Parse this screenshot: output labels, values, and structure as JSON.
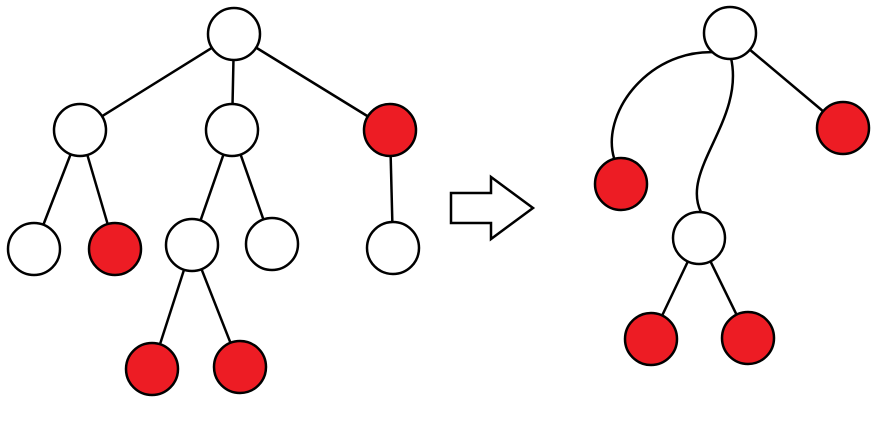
{
  "colors": {
    "background": "#ffffff",
    "stroke": "#000000",
    "plain_node_fill": "#ffffff",
    "marked_node_fill": "#ed1c24"
  },
  "left_tree": {
    "nodes": [
      {
        "id": "root",
        "marked": false
      },
      {
        "id": "a",
        "marked": false
      },
      {
        "id": "b",
        "marked": false
      },
      {
        "id": "c",
        "marked": true
      },
      {
        "id": "a1",
        "marked": false
      },
      {
        "id": "a2",
        "marked": true
      },
      {
        "id": "b1",
        "marked": false
      },
      {
        "id": "b2",
        "marked": false
      },
      {
        "id": "c1",
        "marked": false
      },
      {
        "id": "b1a",
        "marked": true
      },
      {
        "id": "b1b",
        "marked": true
      }
    ],
    "edges": [
      [
        "root",
        "a"
      ],
      [
        "root",
        "b"
      ],
      [
        "root",
        "c"
      ],
      [
        "a",
        "a1"
      ],
      [
        "a",
        "a2"
      ],
      [
        "b",
        "b1"
      ],
      [
        "b",
        "b2"
      ],
      [
        "c",
        "c1"
      ],
      [
        "b1",
        "b1a"
      ],
      [
        "b1",
        "b1b"
      ]
    ]
  },
  "transform_arrow": {
    "direction": "right",
    "icon": "block-arrow-right"
  },
  "right_tree": {
    "nodes": [
      {
        "id": "root",
        "marked": false
      },
      {
        "id": "l",
        "marked": true
      },
      {
        "id": "r",
        "marked": true
      },
      {
        "id": "m",
        "marked": false
      },
      {
        "id": "m1",
        "marked": true
      },
      {
        "id": "m2",
        "marked": true
      }
    ],
    "edges": [
      [
        "root",
        "l"
      ],
      [
        "root",
        "r"
      ],
      [
        "root",
        "m"
      ],
      [
        "m",
        "m1"
      ],
      [
        "m",
        "m2"
      ]
    ]
  }
}
